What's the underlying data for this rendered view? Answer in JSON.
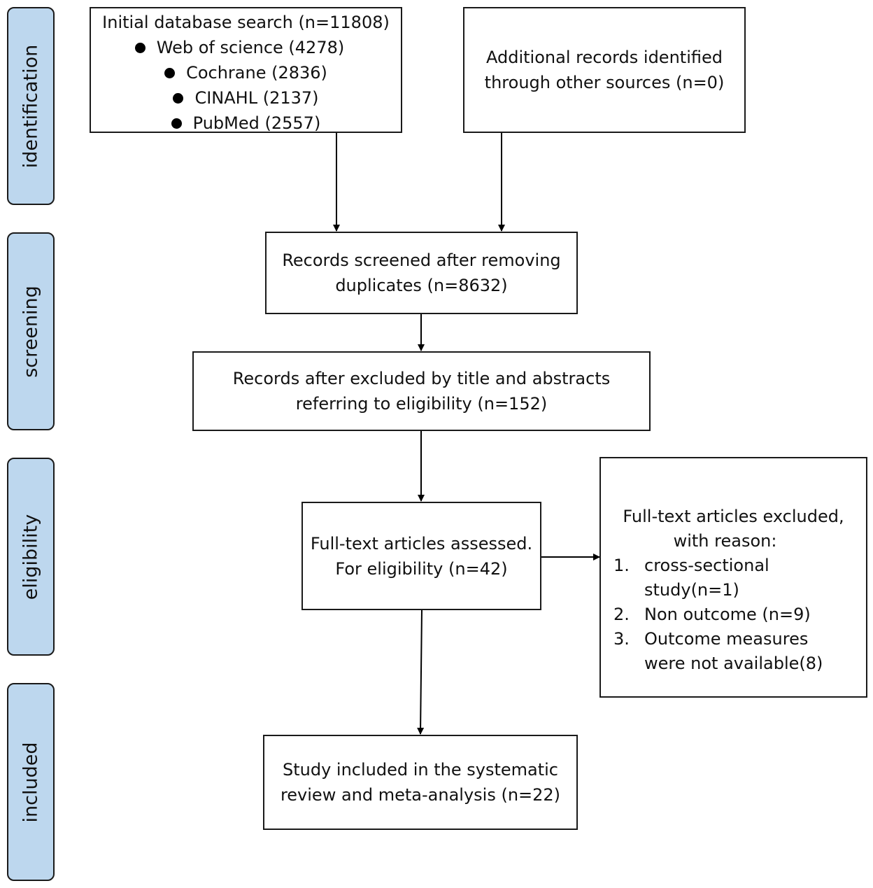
{
  "phases": {
    "identification": "identification",
    "screening": "screening",
    "eligibility": "eligibility",
    "included": "included"
  },
  "boxes": {
    "database_search": {
      "title": "Initial database search (n=11808)",
      "sources": [
        "Web of science (4278)",
        "Cochrane (2836)",
        "CINAHL (2137)",
        "PubMed (2557)"
      ]
    },
    "additional_records": {
      "lines": [
        "Additional records identified",
        "through other sources (n=0)"
      ]
    },
    "screened": {
      "lines": [
        "Records screened after removing",
        "duplicates (n=8632)"
      ]
    },
    "after_title_abstract": {
      "lines": [
        "Records after excluded by title and abstracts",
        "referring to eligibility (n=152)"
      ]
    },
    "fulltext_assessed": {
      "lines": [
        "Full-text articles assessed.",
        "For eligibility (n=42)"
      ]
    },
    "fulltext_excluded": {
      "lines": [
        "Full-text articles excluded,",
        "with reason:"
      ],
      "reasons": [
        {
          "num": "1.",
          "text": "cross-sectional study(n=1)"
        },
        {
          "num": "2.",
          "text": "Non outcome (n=9)"
        },
        {
          "num": "3.",
          "text": "Outcome measures were not available(8)"
        }
      ]
    },
    "included": {
      "lines": [
        "Study included in the systematic",
        "review and meta-analysis (n=22)"
      ]
    }
  },
  "colors": {
    "phase_fill": "#bdd7ee",
    "stroke": "#1a1a1a"
  }
}
